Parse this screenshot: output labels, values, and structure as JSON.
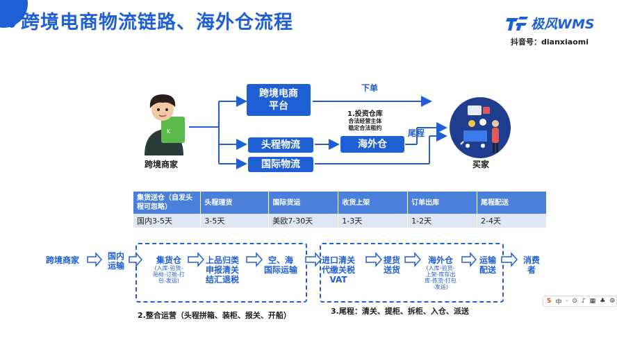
{
  "header": {
    "title": "跨境电商物流链路、海外仓流程",
    "logo_text": "极风WMS",
    "douyin": "抖音号：dianxiaomi"
  },
  "diagram": {
    "seller_label": "跨境商家",
    "buyer_label": "买家",
    "platform": "跨境电商\n平台",
    "first_leg": "头程物流",
    "intl_logistics": "国际物流",
    "overseas_wh": "海外仓",
    "order_label": "下单",
    "last_mile_label": "尾程",
    "invest_note": [
      "1.投资仓库",
      "合法经营主体",
      "稳定合法租约"
    ]
  },
  "table": {
    "headers": [
      "集货送仓（自发头程可忽略）",
      "头程理货",
      "国际货运",
      "收货上架",
      "订单出库",
      "尾程配送"
    ],
    "row": [
      "国内3-5天",
      "3-5天",
      "美欧7-30天",
      "1-3天",
      "1-2天",
      "2-4天"
    ]
  },
  "flow": {
    "start": "跨境商家",
    "domestic": "国内\n运输",
    "collect": "集货仓",
    "collect_sub": "(入库-验货-\n贴标-订舱-打\n包-发运)",
    "listing": "上品归类\n申报清关\n结汇退税",
    "transport": "空、海\n国际运输",
    "import": "进口清关\n代缴关税\nVAT",
    "pickup": "提货\n送货",
    "wh": "海外仓",
    "wh_sub": "(入库-验货-\n上架-库存出\n库-拣货-打包\n-发运)",
    "ship": "运输\n配送",
    "consumer": "消费\n者",
    "caption_left": "2.整合运营（头程拼箱、装柜、报关、开船）",
    "caption_right": "3.尾程：清关、提柜、拆柜、入仓、派送"
  },
  "toolbar": {
    "items": [
      "S",
      "中",
      "·",
      "⊙",
      "♪",
      "▦",
      "♣",
      "⚙"
    ]
  },
  "colors": {
    "brand": "#1f5fd6",
    "table_header": "#4a7fdc",
    "table_cell": "#dfe7f5"
  }
}
